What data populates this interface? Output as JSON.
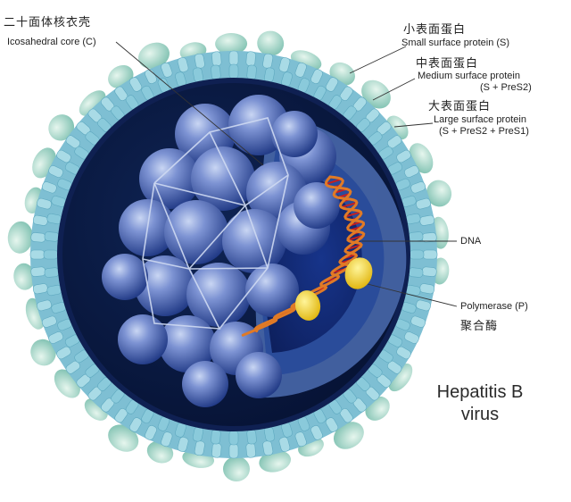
{
  "labels": {
    "core_cn": "二十面体核衣壳",
    "core_en": "Icosahedral core (C)",
    "small_cn": "小表面蛋白",
    "small_en": "Small surface protein (S)",
    "medium_cn": "中表面蛋白",
    "medium_en_1": "Medium surface protein",
    "medium_en_2": "(S + PreS2)",
    "large_cn": "大表面蛋白",
    "large_en_1": "Large surface protein",
    "large_en_2": "(S + PreS2 + PreS1)",
    "dna": "DNA",
    "polymerase_en": "Polymerase (P)",
    "polymerase_cn": "聚合酶"
  },
  "title": {
    "line1": "Hepatitis B",
    "line2": "virus"
  },
  "colors": {
    "envelope": "#8fcfdf",
    "spike": "#b7e0cf",
    "capsid": "#4a66b0",
    "interior": "#1f3c8c",
    "dna_backbone": "#d96a1e",
    "dna_rungs": "#c81e1e",
    "polymerase": "#f5d21c"
  }
}
